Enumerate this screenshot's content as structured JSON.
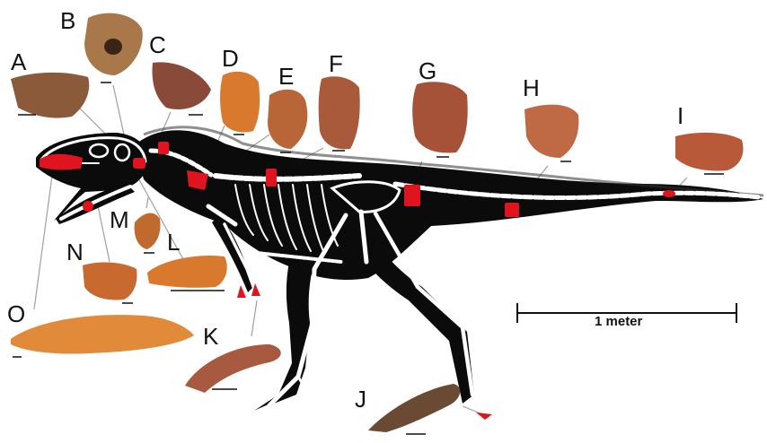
{
  "panel_labels": {
    "A": "A",
    "B": "B",
    "C": "C",
    "D": "D",
    "E": "E",
    "F": "F",
    "G": "G",
    "H": "H",
    "I": "I",
    "J": "J",
    "K": "K",
    "L": "L",
    "M": "M",
    "N": "N",
    "O": "O"
  },
  "scale_bar": {
    "label": "1 meter"
  },
  "colors": {
    "body_silhouette": "#0a0a0a",
    "bone": "#ffffff",
    "recovered_bone": "#e0141e",
    "fossil_orange": "#d9792e",
    "fossil_brown": "#8a4a2e",
    "leader_line": "#999999"
  }
}
